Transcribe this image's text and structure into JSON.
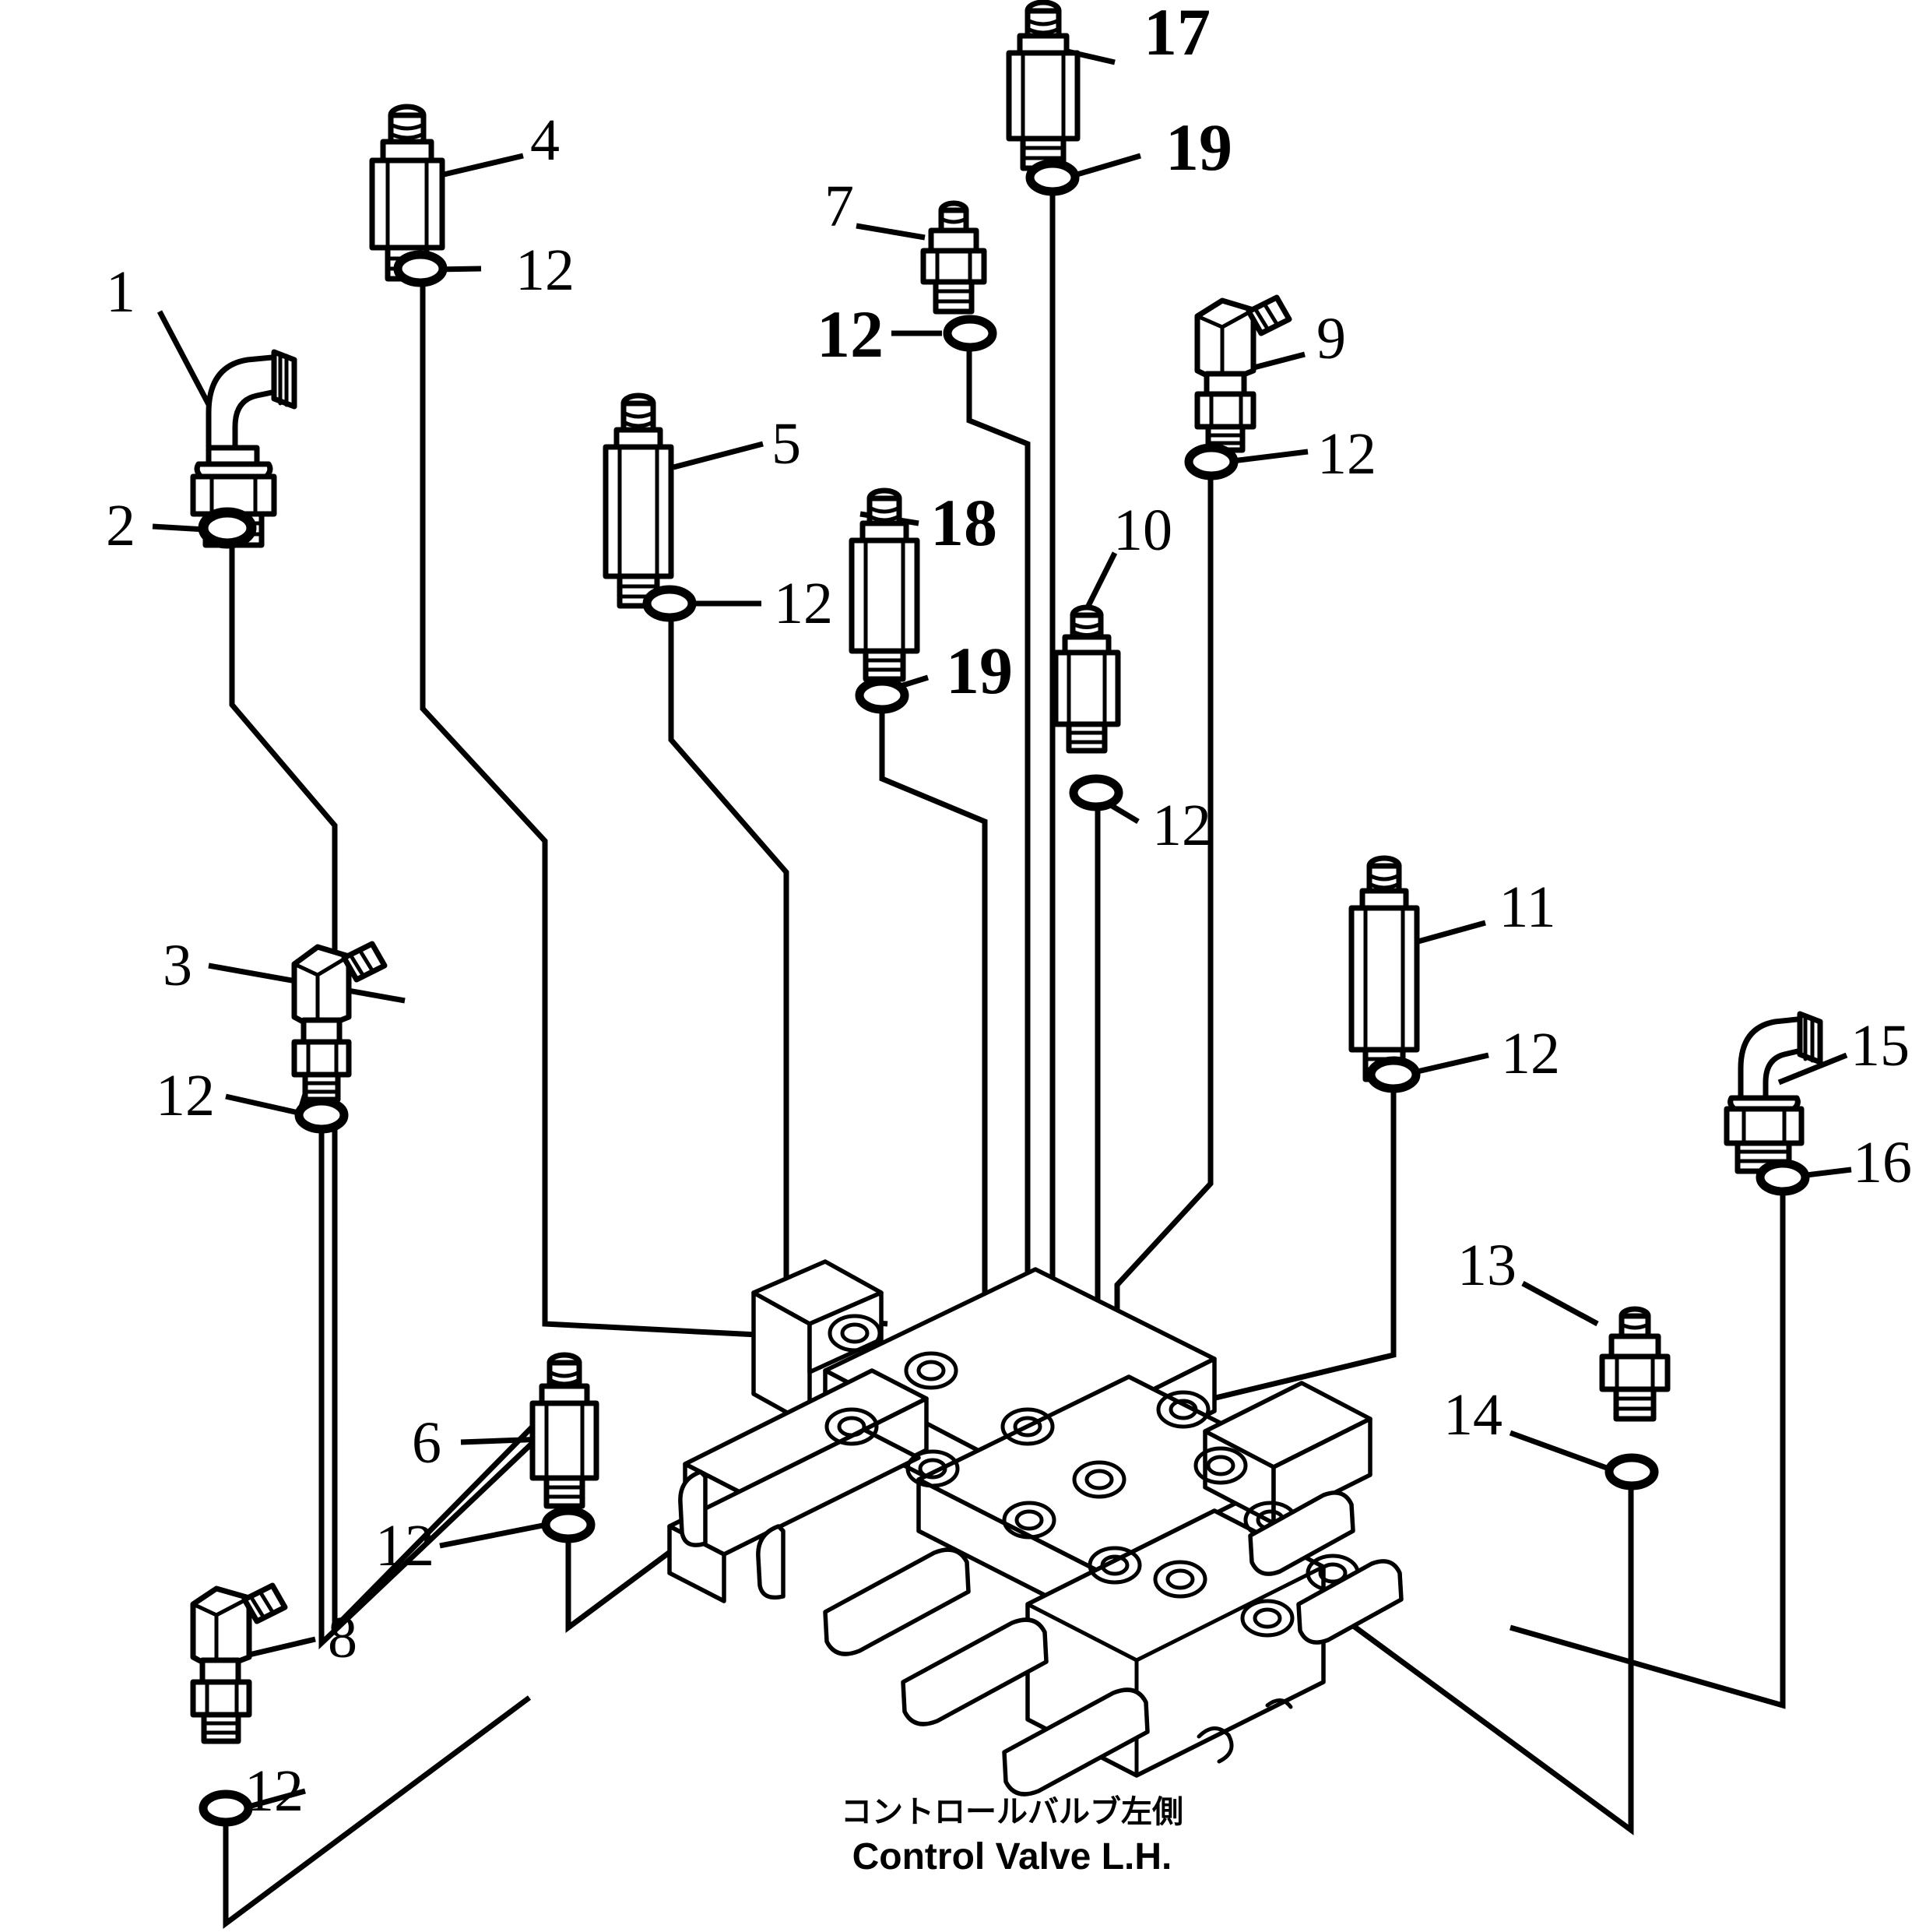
{
  "diagram": {
    "caption_jp": "コントロールバルブ左側",
    "caption_en": "Control Valve L.H.",
    "line_color": "#000000",
    "background_color": "#ffffff"
  },
  "callouts": {
    "n1": "1",
    "n2": "2",
    "n3": "3",
    "n4": "4",
    "n5": "5",
    "n6": "6",
    "n7": "7",
    "n8": "8",
    "n9": "9",
    "n10": "10",
    "n11": "11",
    "n13": "13",
    "n14": "14",
    "n15": "15",
    "n16": "16",
    "n17": "17",
    "n18": "18",
    "n19a": "19",
    "n19b": "19",
    "n12a": "12",
    "n12b": "12",
    "n12c": "12",
    "n12d": "12",
    "n12e": "12",
    "n12f": "12",
    "n12g": "12",
    "n12h": "12",
    "n12i": "12",
    "n12j": "12",
    "n12k": "12"
  },
  "parts": [
    {
      "ref": "1",
      "type": "elbow-fitting-round",
      "label": "1"
    },
    {
      "ref": "2",
      "type": "o-ring",
      "label": "2"
    },
    {
      "ref": "3",
      "type": "elbow-fitting-square",
      "label": "3"
    },
    {
      "ref": "4",
      "type": "valve-short-hex",
      "label": "4"
    },
    {
      "ref": "5",
      "type": "valve-long-hex",
      "label": "5"
    },
    {
      "ref": "6",
      "type": "valve-short-hex",
      "label": "6"
    },
    {
      "ref": "7",
      "type": "fitting-straight-small",
      "label": "7"
    },
    {
      "ref": "8",
      "type": "elbow-fitting-square",
      "label": "8"
    },
    {
      "ref": "9",
      "type": "elbow-fitting-square",
      "label": "9"
    },
    {
      "ref": "10",
      "type": "valve-short-hex",
      "label": "10"
    },
    {
      "ref": "11",
      "type": "valve-long-hex",
      "label": "11"
    },
    {
      "ref": "12",
      "type": "o-ring",
      "label": "12"
    },
    {
      "ref": "13",
      "type": "fitting-straight-small",
      "label": "13"
    },
    {
      "ref": "14",
      "type": "o-ring",
      "label": "14"
    },
    {
      "ref": "15",
      "type": "elbow-fitting-round",
      "label": "15"
    },
    {
      "ref": "16",
      "type": "o-ring",
      "label": "16"
    },
    {
      "ref": "17",
      "type": "valve-short-hex",
      "label": "17"
    },
    {
      "ref": "18",
      "type": "valve-long-hex",
      "label": "18"
    },
    {
      "ref": "19",
      "type": "o-ring",
      "label": "19"
    }
  ]
}
